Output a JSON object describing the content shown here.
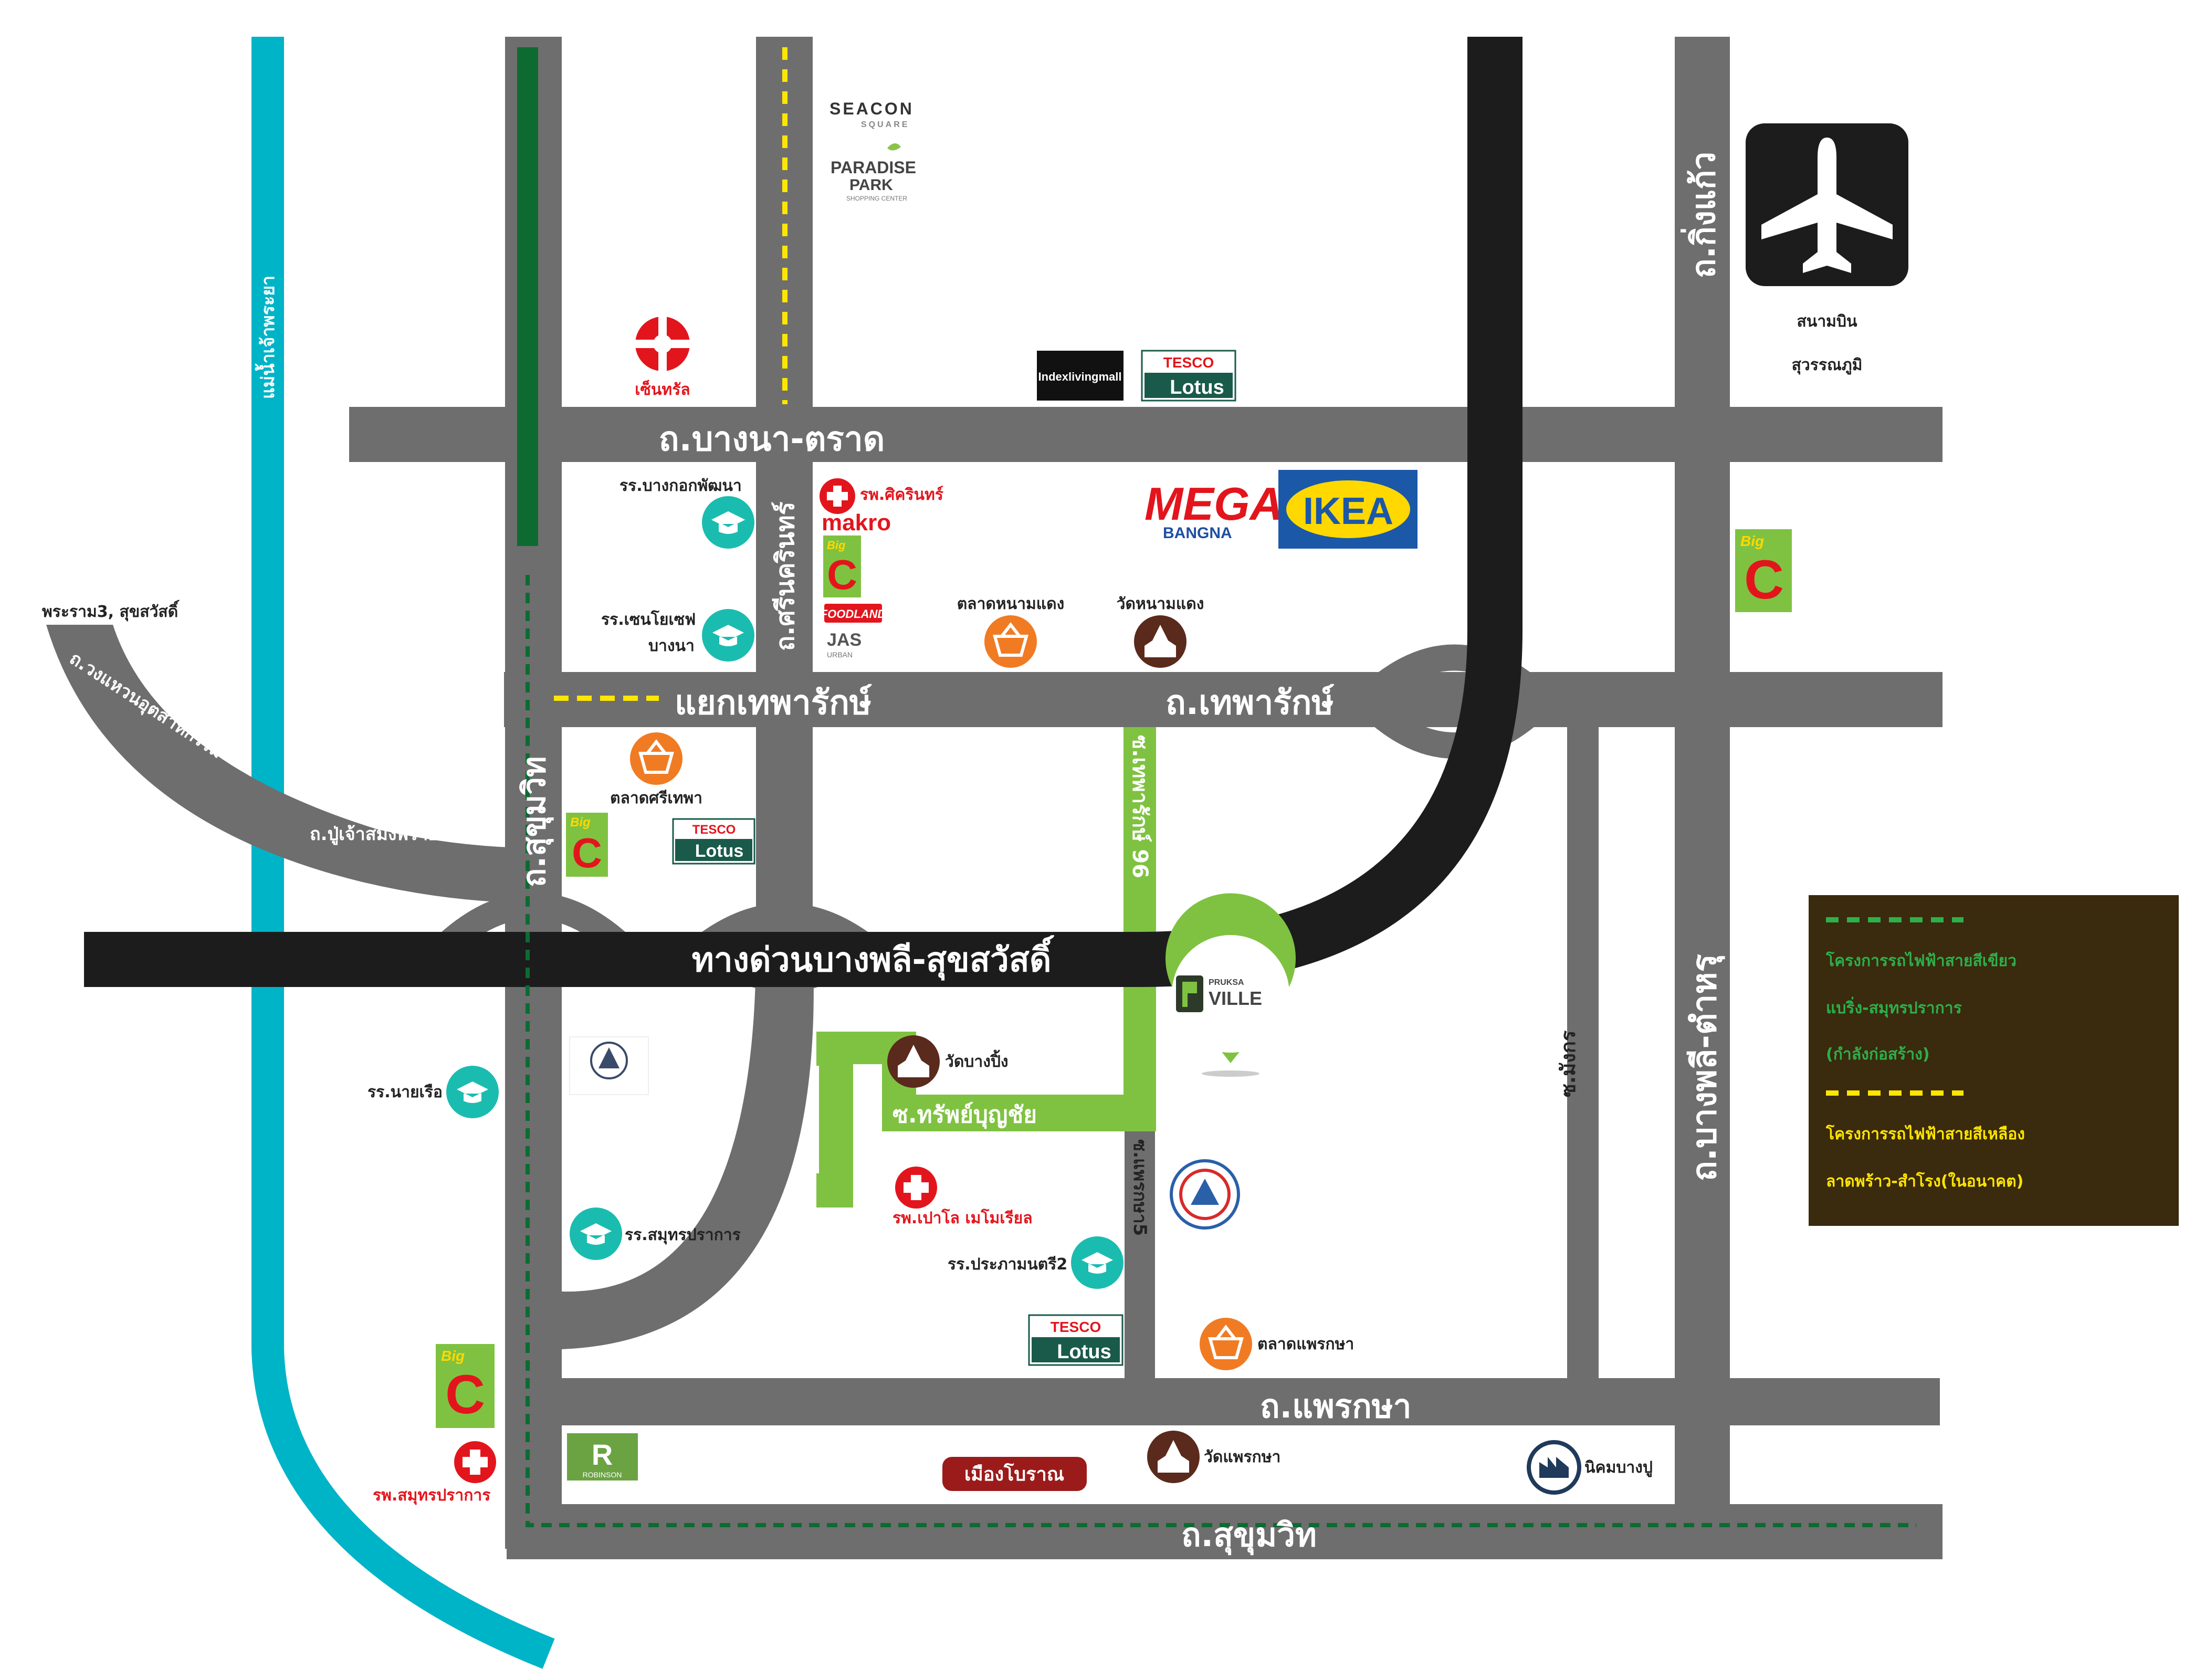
{
  "colors": {
    "road": "#6e6e6e",
    "expressway": "#1c1c1c",
    "river": "#00b4c8",
    "green_line": "#0d6b32",
    "yellow_line": "#ffe600",
    "soi_green": "#7fc241",
    "school": "#1bbcb0",
    "market": "#f07b23",
    "temple": "#5a2a1c",
    "hospital_red": "#e3151c",
    "legend_bg": "#3a2a0e"
  },
  "roads": {
    "bangna_trat": "ถ.บางนา-ตราด",
    "srinakarin": "ถ.ศรีนครินทร์",
    "thepharak": "ถ.เทพารักษ์",
    "thepharak_junction": "แยกเทพารักษ์",
    "sukhumvit_vertical": "ถ.สุขุมวิท",
    "sukhumvit_bottom": "ถ.สุขุมวิท",
    "ring_road": "ถ.วงแหวนอุตสาหกรรม",
    "pu_chao": "ถ.ปู่เจ้าสมิงพราย",
    "rama3": "พระราม3, สุขสวัสดิ์",
    "expressway": "ทางด่วนบางพลี-สุขสวัสดิ์",
    "soi_thepharak96": "ซ.เทพารักษ์ 96",
    "soi_sap_bunchai": "ซ.ทรัพย์บุญชัย",
    "soi_praeksa5": "ซ.แพรกษา5",
    "praeksa": "ถ.แพรกษา",
    "soi_mangkorn": "ซ.มังกร",
    "bangphli_tamru": "ถ.บางพลี-ตำหรุ",
    "king_kaew": "ถ.กิ่งแก้ว",
    "river": "แม่น้ำเจ้าพระยา"
  },
  "airport": {
    "line1": "สนามบิน",
    "line2": "สุวรรณภูมิ"
  },
  "pois": {
    "school_bangkok_pattana": "รร.บางกอกพัฒนา",
    "school_st_joseph_line1": "รร.เซนโยเซฟ",
    "school_st_joseph_line2": "บางนา",
    "school_naval": "รร.นายเรือ",
    "school_samutprakan": "รร.สมุทรปราการ",
    "school_prakarn2": "รร.ประภามนตรี2",
    "hosp_sikarin": "รพ.ศิครินทร์",
    "hosp_paolo": "รพ.เปาโล เมโมเรียล",
    "hosp_samutprakan": "รพ.สมุทรปราการ",
    "market_nong_daeng": "ตลาดหนามแดง",
    "market_si_thepha": "ตลาดศรีเทพา",
    "market_praeksa": "ตลาดแพรกษา",
    "temple_nong_daeng": "วัดหนามแดง",
    "temple_bang_pling": "วัดบางปิ้ง",
    "temple_praeksa": "วัดแพรกษา",
    "industrial_bangpoo": "นิคมบางปู",
    "muang_boran": "เมืองโบราณ"
  },
  "brands": {
    "seacon_1": "SEACON",
    "seacon_2": "SQUARE",
    "paradise_1": "PARADISE",
    "paradise_2": "PARK",
    "paradise_3": "SHOPPING CENTER",
    "central": "เซ็นทรัล",
    "index": "Indexlivingmall",
    "tesco_1": "TESCO",
    "tesco_2": "Lotus",
    "mega_1": "MEGA",
    "mega_2": "BANGNA",
    "ikea": "IKEA",
    "makro": "makro",
    "bigc_1": "Big",
    "bigc_2": "C",
    "foodland": "FOODLAND",
    "jas_1": "JAS",
    "jas_2": "URBAN",
    "robinson_1": "R",
    "robinson_2": "ROBINSON",
    "pruksa_1": "PRUKSA",
    "pruksa_2": "VILLE"
  },
  "legend": {
    "green_line1": "โครงการรถไฟฟ้าสายสีเขียว",
    "green_line2": "แบริ่ง-สมุทรปราการ",
    "green_line3": "(กำลังก่อสร้าง)",
    "yellow_line1": "โครงการรถไฟฟ้าสายสีเหลือง",
    "yellow_line2": "ลาดพร้าว-สำโรง(ในอนาคต)"
  }
}
